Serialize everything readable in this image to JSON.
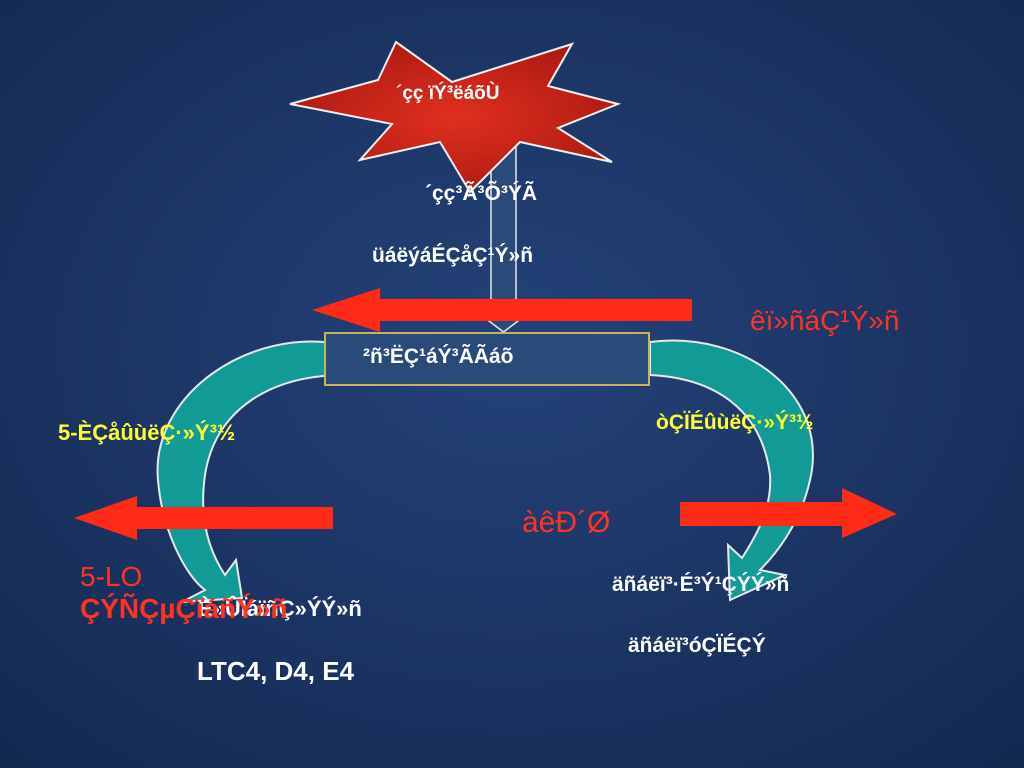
{
  "colors": {
    "background": "#1b3466",
    "accent_red": "#ff3322",
    "label_yellow": "#ffff33",
    "curve_teal": "#119a96",
    "box_fill": "#2a4a7a",
    "box_border": "#c8b45a"
  },
  "burst": {
    "label": "´çç ïÝ³ëáõÙ"
  },
  "center": {
    "line1": "´çç³Ã³Õ³ÝÃ",
    "line2": "üáëýáÉÇåÇ¹Ý»ñ",
    "box": "²ñ³ËÇ¹áÝ³ÃÃáõ"
  },
  "right": {
    "top_red": "êï»ñáÇ¹Ý»ñ",
    "enzyme": "òÇÏÉûùëÇ·»Ý³½",
    "mid_red": "àêÐ´Ø",
    "products_line1": "äñáëï³·É³Ý¹ÇÝÝ»ñ",
    "products_line2": "äñáëï³óÇÏÉÇÝ"
  },
  "left": {
    "enzyme": "5-ÈÇåûùëÇ·»Ý³½",
    "inhibitor_line1": "5-LO",
    "inhibitor_line2": "ÇÝÑÇµÇïáñÝ»ñ",
    "products_line1": "È»ÛÏáïñÇ»ÝÝ»ñ",
    "products_line2": "LTC4, D4, E4"
  }
}
